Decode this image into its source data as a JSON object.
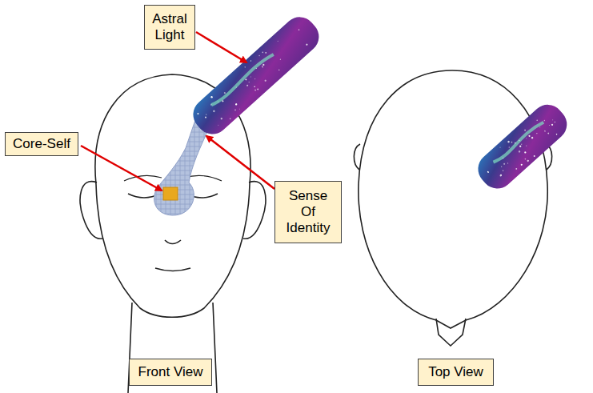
{
  "diagram": {
    "nodes": [
      {
        "text": [
          "Astral Light"
        ]
      },
      {
        "text": [
          "Core-Self"
        ]
      },
      {
        "text": [
          "Sense Of Identity"
        ]
      },
      {
        "text": [
          "Front View"
        ]
      },
      {
        "text": [
          "Top View"
        ]
      }
    ]
  }
}
